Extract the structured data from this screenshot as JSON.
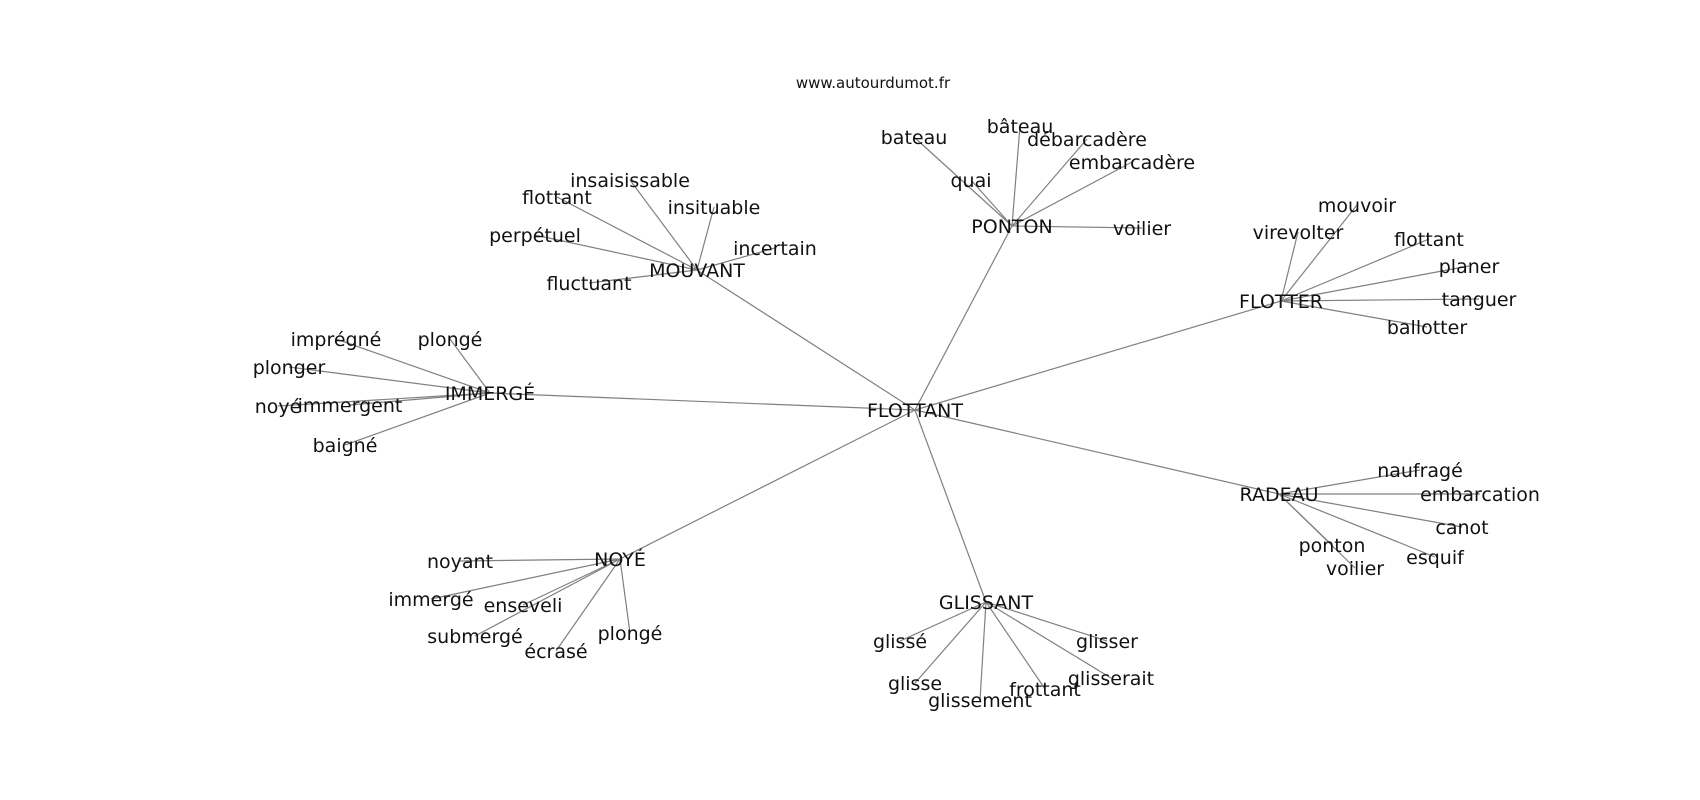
{
  "source_label": "www.autourdumot.fr",
  "root": "FLOTTANT",
  "clusters": [
    {
      "name": "MOUVANT",
      "words": [
        "insaisissable",
        "flottant",
        "insituable",
        "perpétuel",
        "incertain",
        "fluctuant"
      ]
    },
    {
      "name": "PONTON",
      "words": [
        "bateau",
        "bâteau",
        "débarcadère",
        "embarcadère",
        "quai",
        "voilier"
      ]
    },
    {
      "name": "FLOTTER",
      "words": [
        "mouvoir",
        "virevolter",
        "flottant",
        "planer",
        "tanguer",
        "ballotter"
      ]
    },
    {
      "name": "IMMERGÉ",
      "words": [
        "imprégné",
        "plongé",
        "plonger",
        "noyé",
        "immergent",
        "baigné"
      ]
    },
    {
      "name": "RADEAU",
      "words": [
        "naufragé",
        "embarcation",
        "canot",
        "esquif",
        "ponton",
        "voilier"
      ]
    },
    {
      "name": "NOYÉ",
      "words": [
        "noyant",
        "immergé",
        "enseveli",
        "submergé",
        "écrasé",
        "plongé"
      ]
    },
    {
      "name": "GLISSANT",
      "words": [
        "glissé",
        "glisser",
        "glisse",
        "glisserait",
        "glissement",
        "frottant"
      ]
    }
  ]
}
